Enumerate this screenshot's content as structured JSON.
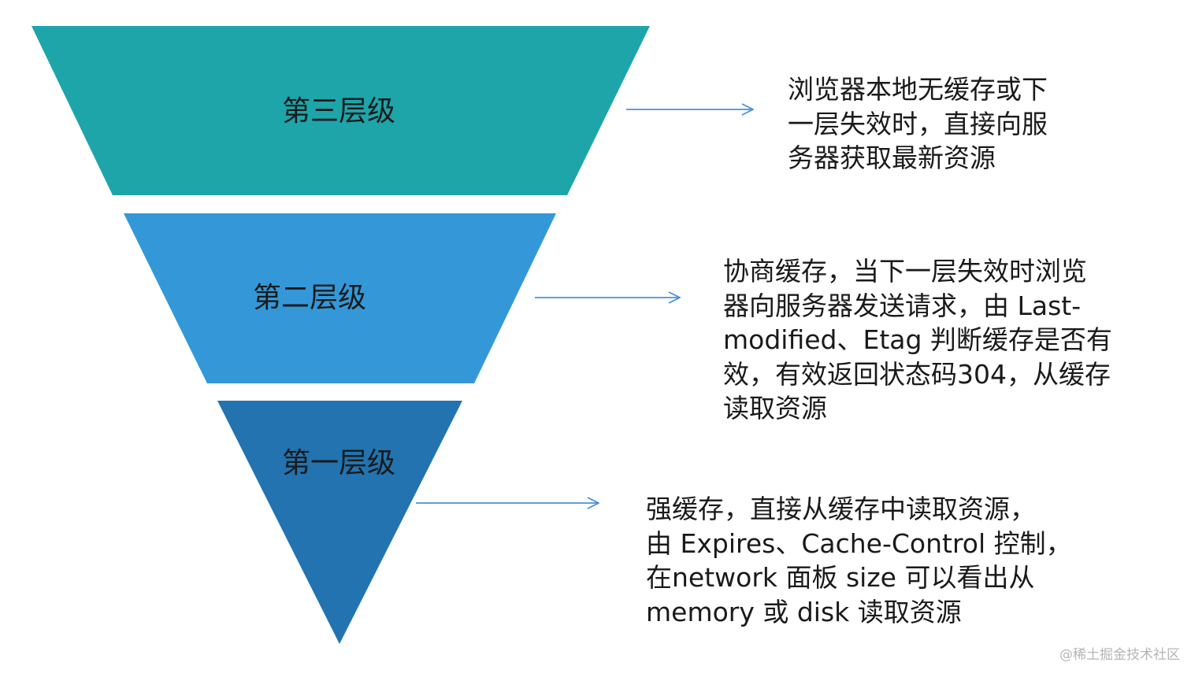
{
  "tiers": [
    {
      "label": "第三层级",
      "color": "#1da5aa",
      "description": "浏览器本地无缓存或下\n一层失效时，直接向服\n务器获取最新资源"
    },
    {
      "label": "第二层级",
      "color": "#3498d8",
      "description": "协商缓存，当下一层失效时浏览\n器向服务器发送请求，由 Last-\nmodified、Etag 判断缓存是否有\n效，有效返回状态码304，从缓存\n读取资源"
    },
    {
      "label": "第一层级",
      "color": "#2273b0",
      "description": "强缓存，直接从缓存中读取资源，\n由 Expires、Cache-Control 控制，\n在network 面板 size 可以看出从\nmemory 或 disk 读取资源"
    }
  ],
  "arrow_color": "#4a90d9",
  "watermark": "@稀土掘金技术社区"
}
